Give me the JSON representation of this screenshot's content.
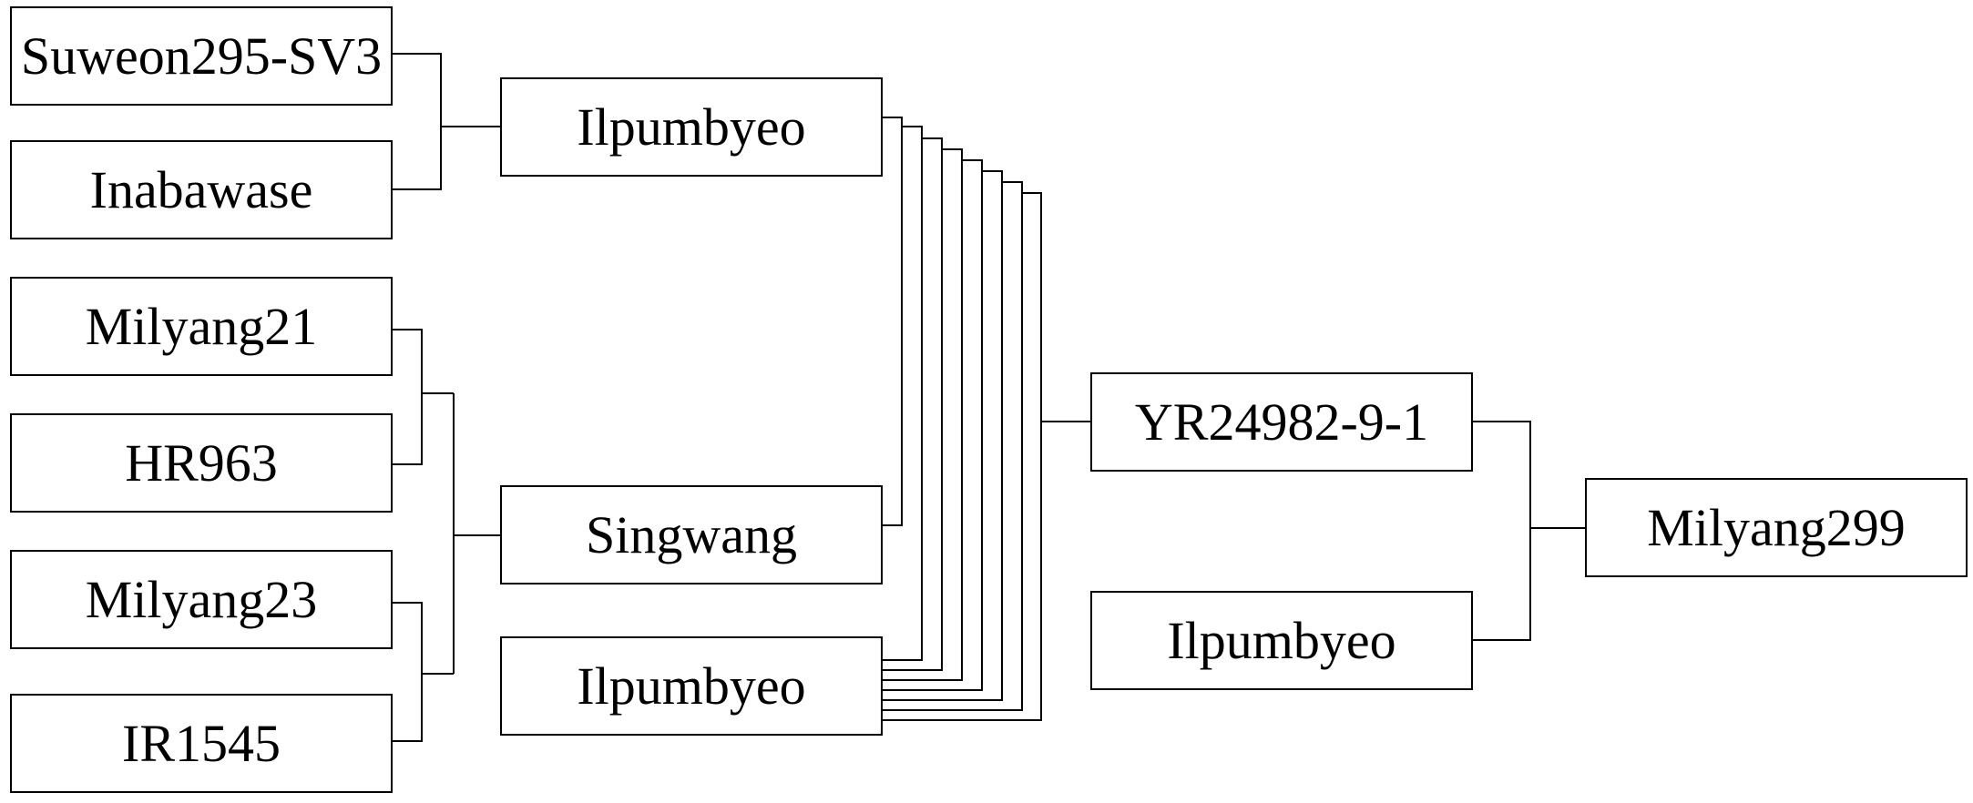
{
  "diagram": {
    "type": "pedigree",
    "nodes": [
      {
        "id": "suweon295",
        "label": "Suweon295-SV3"
      },
      {
        "id": "inabawase",
        "label": "Inabawase"
      },
      {
        "id": "milyang21",
        "label": "Milyang21"
      },
      {
        "id": "hr963",
        "label": "HR963"
      },
      {
        "id": "milyang23",
        "label": "Milyang23"
      },
      {
        "id": "ir1545",
        "label": "IR1545"
      },
      {
        "id": "ilpumbyeo_top",
        "label": "Ilpumbyeo"
      },
      {
        "id": "singwang",
        "label": "Singwang"
      },
      {
        "id": "ilpumbyeo_recurrent",
        "label": "Ilpumbyeo"
      },
      {
        "id": "yr24982",
        "label": "YR24982-9-1"
      },
      {
        "id": "ilpumbyeo_right",
        "label": "Ilpumbyeo"
      },
      {
        "id": "milyang299",
        "label": "Milyang299"
      }
    ],
    "crosses": [
      {
        "parents": [
          "suweon295",
          "inabawase"
        ],
        "offspring": "ilpumbyeo_top"
      },
      {
        "parents": [
          "milyang21",
          "hr963"
        ],
        "offspring": "cross_m21_hr963"
      },
      {
        "parents": [
          "milyang23",
          "ir1545"
        ],
        "offspring": "cross_m23_ir1545"
      },
      {
        "parents": [
          "cross_m21_hr963",
          "cross_m23_ir1545"
        ],
        "offspring": "singwang"
      },
      {
        "parents": [
          "ilpumbyeo_top",
          "singwang"
        ],
        "offspring": "f1"
      },
      {
        "parents": [
          "f1",
          "ilpumbyeo_recurrent"
        ],
        "offspring": "yr24982",
        "backcrosses": 7
      },
      {
        "parents": [
          "yr24982",
          "ilpumbyeo_right"
        ],
        "offspring": "milyang299"
      }
    ]
  }
}
